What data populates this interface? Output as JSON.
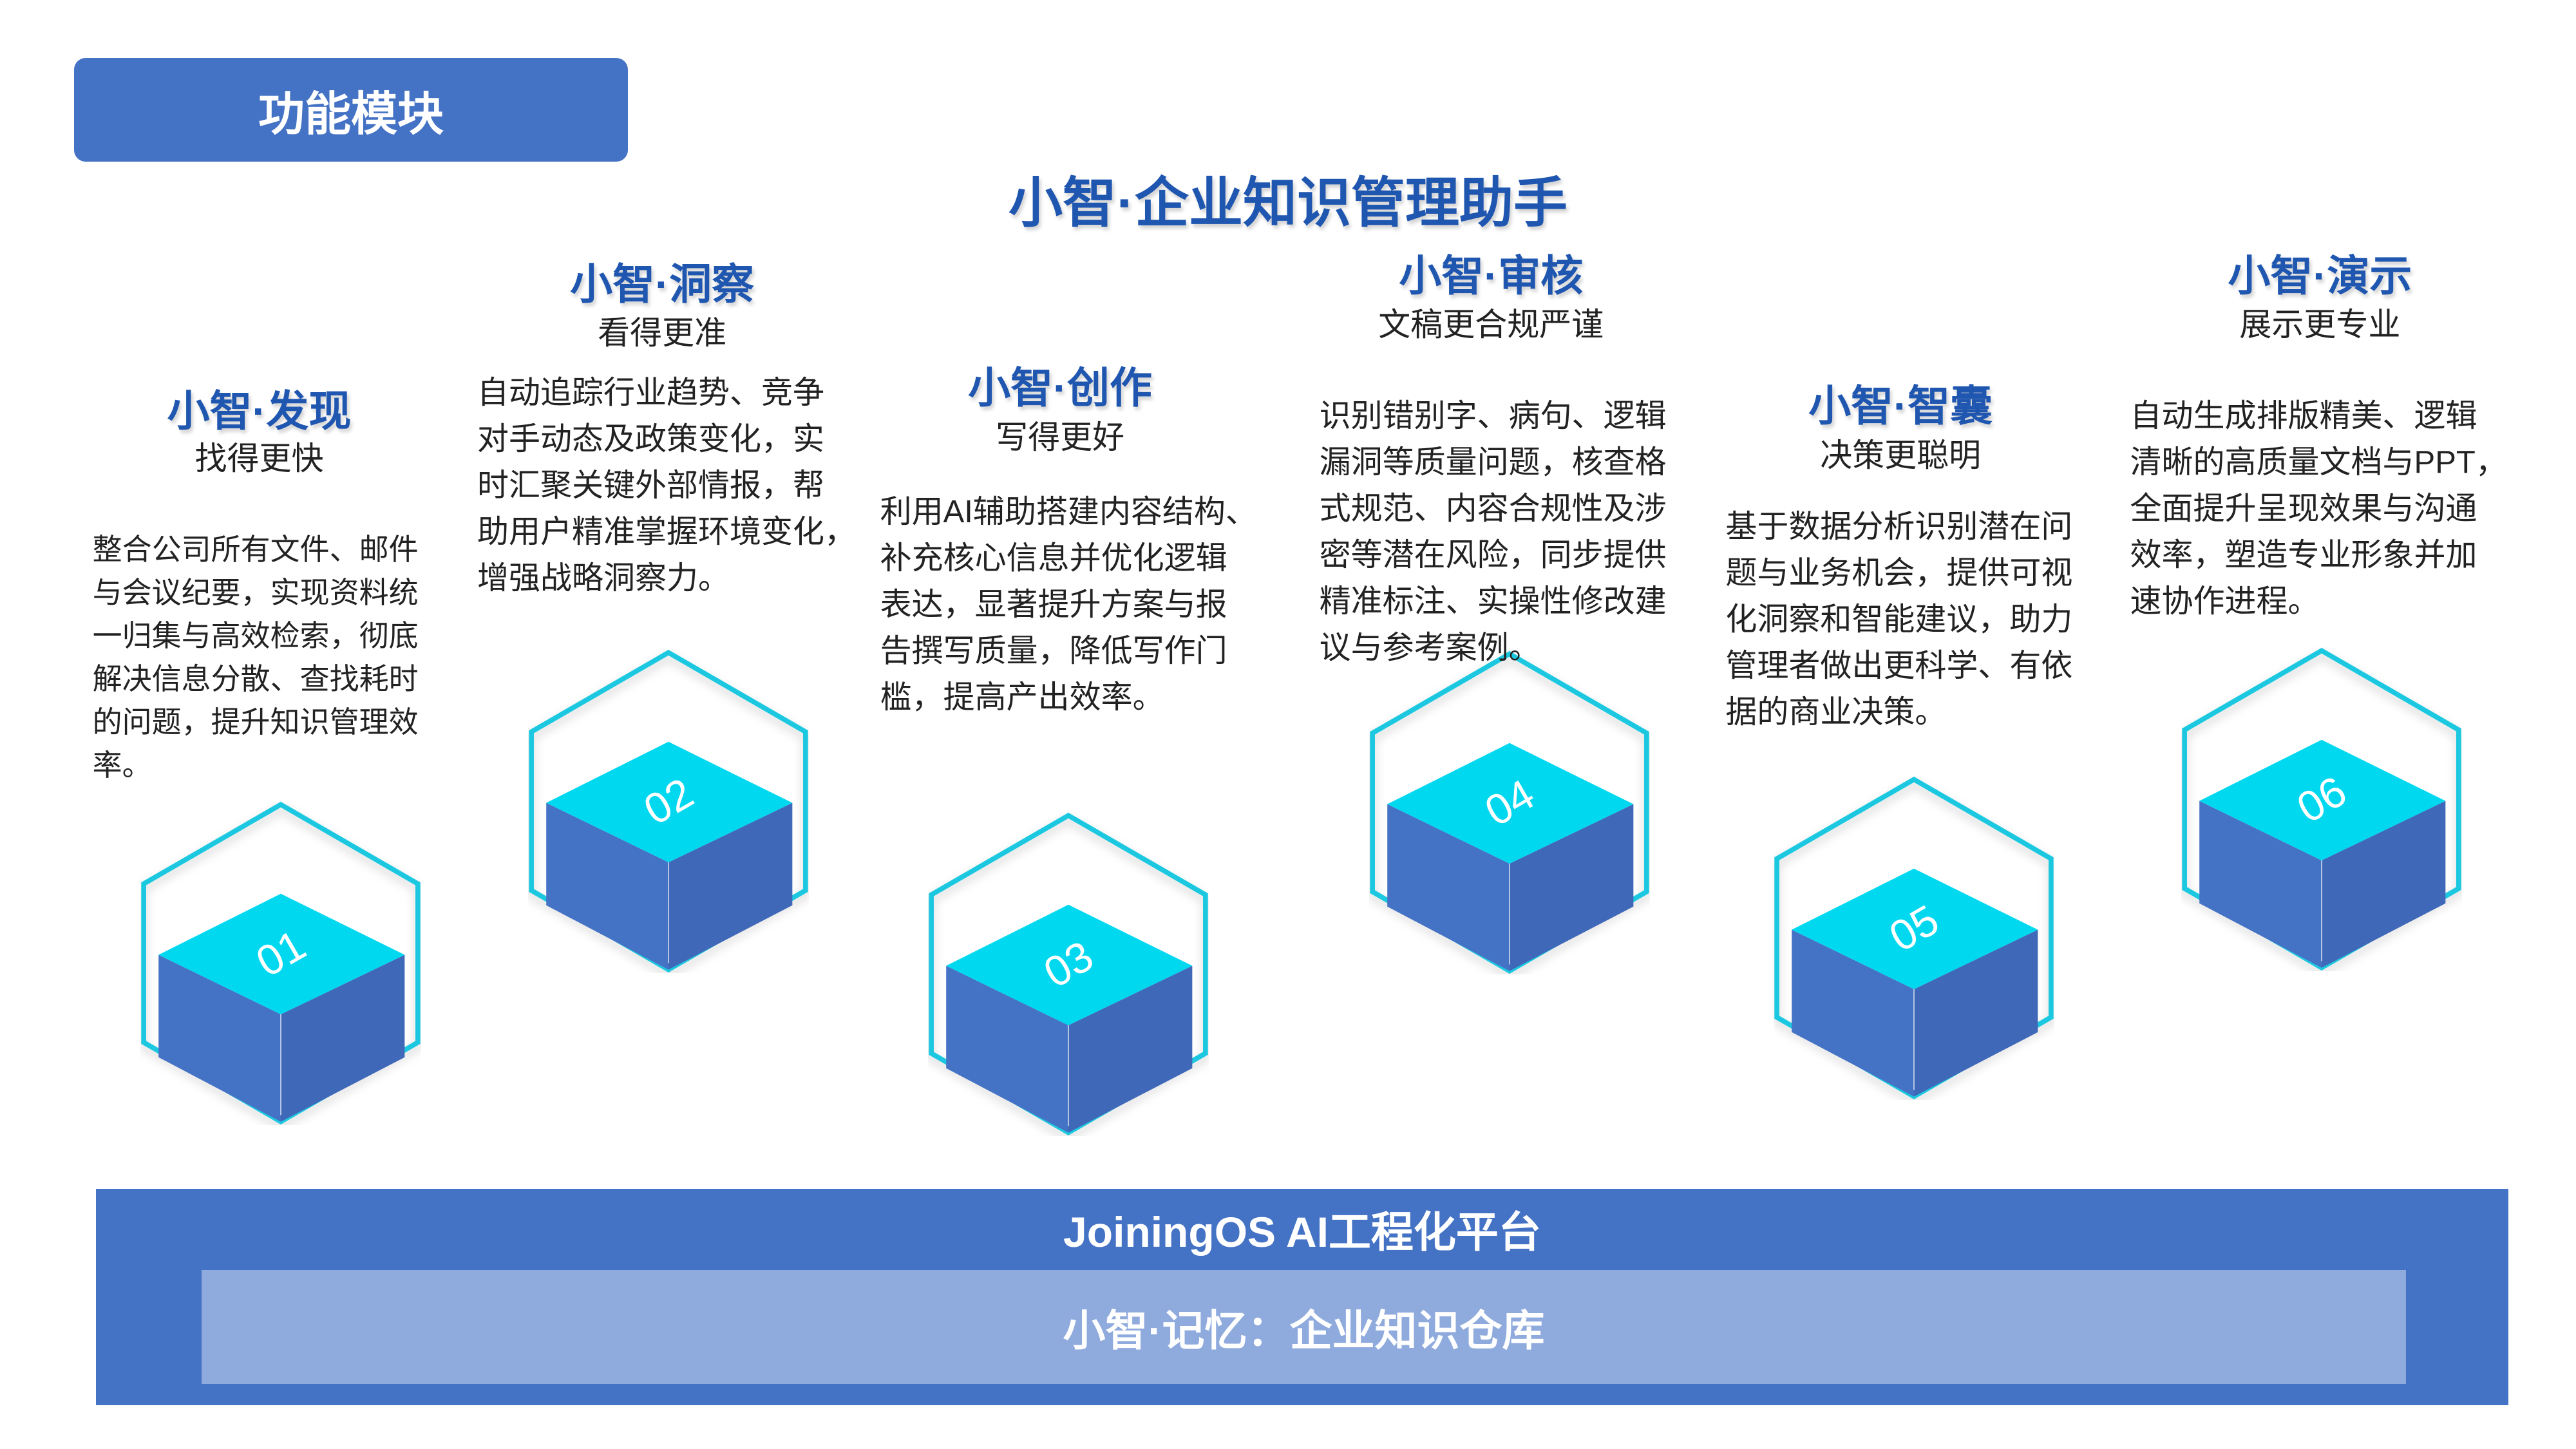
{
  "header": {
    "badge": "功能模块",
    "title": "小智·企业知识管理助手"
  },
  "colors": {
    "primary": "#4472C4",
    "title_blue": "#1F56B0",
    "cyan": "#00D8F0",
    "hex_outline": "#1CC8E0",
    "memory_bar": "#8FAADC"
  },
  "modules": [
    {
      "number": "01",
      "title": "小智·发现",
      "subtitle": "找得更快",
      "body": [
        "整合公司所有文件、邮件",
        "与会议纪要，实现资料统",
        "一归集与高效检索，彻底",
        "解决信息分散、查找耗时",
        "的问题，提升知识管理效",
        "率。"
      ]
    },
    {
      "number": "02",
      "title": "小智·洞察",
      "subtitle": "看得更准",
      "body": [
        "自动追踪行业趋势、竞争",
        "对手动态及政策变化，实",
        "时汇聚关键外部情报，帮",
        "助用户精准掌握环境变化，",
        "增强战略洞察力。"
      ]
    },
    {
      "number": "03",
      "title": "小智·创作",
      "subtitle": "写得更好",
      "body": [
        "利用AI辅助搭建内容结构、",
        "补充核心信息并优化逻辑",
        "表达，显著提升方案与报",
        "告撰写质量，降低写作门",
        "槛，提高产出效率。"
      ]
    },
    {
      "number": "04",
      "title": "小智·审核",
      "subtitle": "文稿更合规严谨",
      "body": [
        "识别错别字、病句、逻辑",
        "漏洞等质量问题，核查格",
        "式规范、内容合规性及涉",
        "密等潜在风险，同步提供",
        "精准标注、实操性修改建",
        "议与参考案例。"
      ]
    },
    {
      "number": "05",
      "title": "小智·智囊",
      "subtitle": "决策更聪明",
      "body": [
        "基于数据分析识别潜在问",
        "题与业务机会，提供可视",
        "化洞察和智能建议，助力",
        "管理者做出更科学、有依",
        "据的商业决策。"
      ]
    },
    {
      "number": "06",
      "title": "小智·演示",
      "subtitle": "展示更专业",
      "body": [
        "自动生成排版精美、逻辑",
        "清晰的高质量文档与PPT，",
        "全面提升呈现效果与沟通",
        "效率，塑造专业形象并加",
        "速协作进程。"
      ]
    }
  ],
  "platform": {
    "title": "JoiningOS AI工程化平台",
    "memory": "小智·记忆：企业知识仓库"
  }
}
